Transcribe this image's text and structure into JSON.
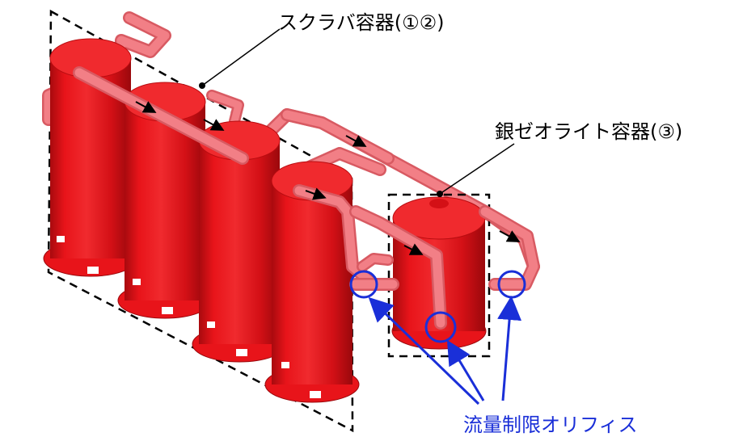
{
  "labels": {
    "scrubber_vessels": "スクラバ容器(①②)",
    "silver_zeolite_vessel": "銀ゼオライト容器(③)",
    "flow_limiting_orifice": "流量制限オリフィス"
  },
  "colors": {
    "vessel_red": "#e8141a",
    "vessel_dark": "#b80c10",
    "pipe_pink": "#f27f86",
    "pipe_highlight": "#ffc4c8",
    "orifice_blue": "#1a2fd8",
    "outline_black": "#000000"
  },
  "icons": [
    "scrubber-vessel-icon",
    "silver-zeolite-vessel-icon",
    "orifice-marker-icon",
    "flow-arrow-icon"
  ]
}
